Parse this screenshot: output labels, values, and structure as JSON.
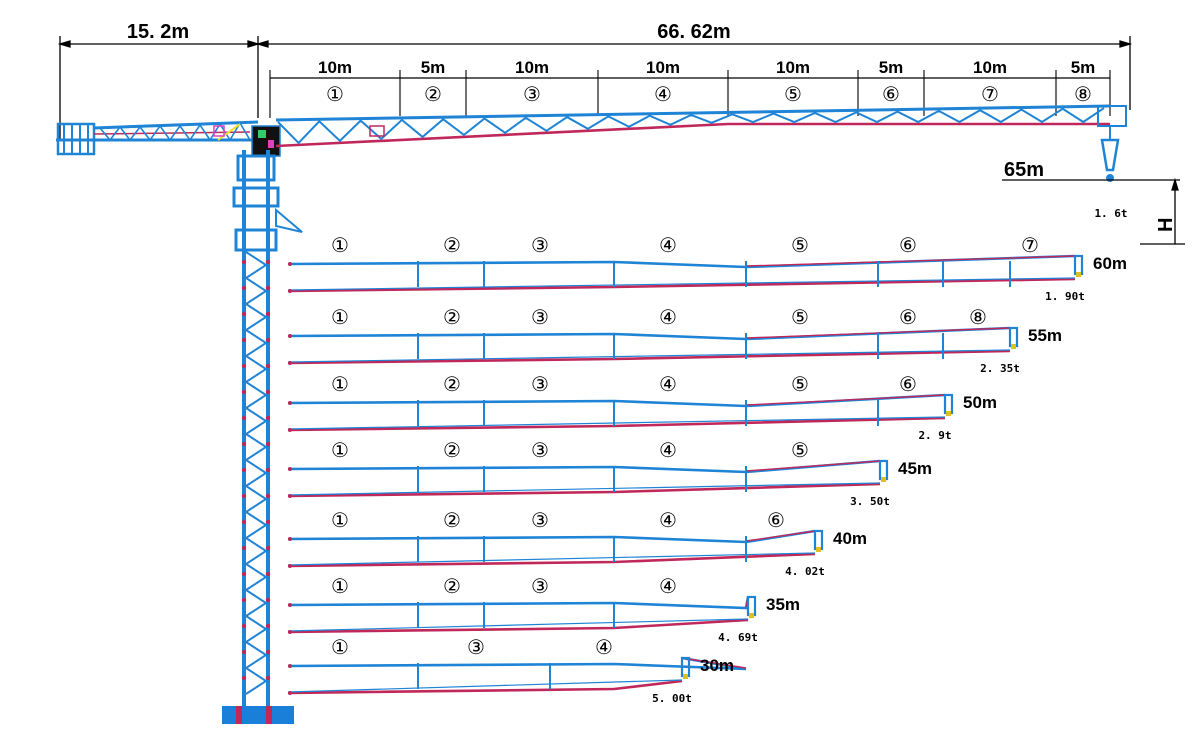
{
  "colors": {
    "steel": "#1f84d6",
    "chord": "#c0285a",
    "accent": "#e040c0",
    "dimension": "#000000",
    "base": "#1a7fd8"
  },
  "top_dimensions": {
    "counter_jib": "15. 2m",
    "jib_total": "66. 62m",
    "segments": [
      "10m",
      "5m",
      "10m",
      "10m",
      "10m",
      "5m",
      "10m",
      "5m"
    ],
    "section_marks": [
      "①",
      "②",
      "③",
      "④",
      "⑤",
      "⑥",
      "⑦",
      "⑧"
    ]
  },
  "main_jib": {
    "radius_label": "65m",
    "tip_load": "1. 6t",
    "height_label": "H"
  },
  "configurations": [
    {
      "length": "60m",
      "load": "1. 90t",
      "marks": [
        "①",
        "②",
        "③",
        "④",
        "⑤",
        "⑥",
        "⑦"
      ]
    },
    {
      "length": "55m",
      "load": "2. 35t",
      "marks": [
        "①",
        "②",
        "③",
        "④",
        "⑤",
        "⑥",
        "⑧"
      ]
    },
    {
      "length": "50m",
      "load": "2. 9t",
      "marks": [
        "①",
        "②",
        "③",
        "④",
        "⑤",
        "⑥"
      ]
    },
    {
      "length": "45m",
      "load": "3. 50t",
      "marks": [
        "①",
        "②",
        "③",
        "④",
        "⑤"
      ]
    },
    {
      "length": "40m",
      "load": "4. 02t",
      "marks": [
        "①",
        "②",
        "③",
        "④",
        "⑥"
      ]
    },
    {
      "length": "35m",
      "load": "4. 69t",
      "marks": [
        "①",
        "②",
        "③",
        "④"
      ]
    },
    {
      "length": "30m",
      "load": "5. 00t",
      "marks": [
        "①",
        "③",
        "④"
      ]
    }
  ]
}
